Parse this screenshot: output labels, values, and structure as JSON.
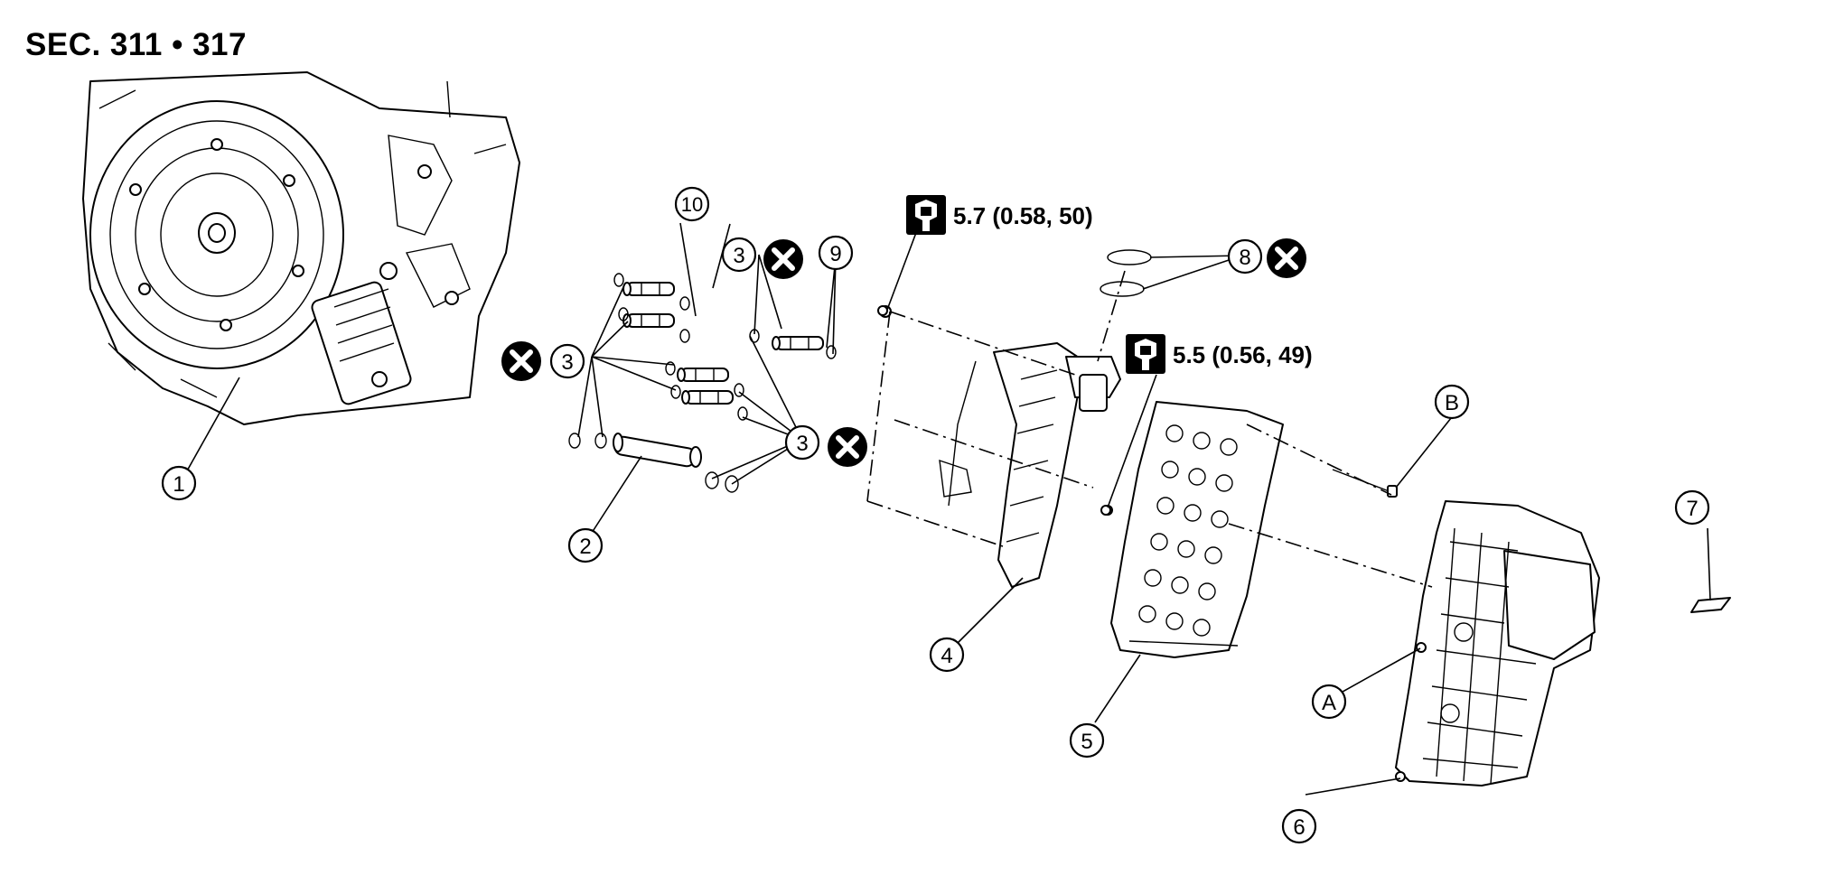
{
  "section_label": "SEC. 311 • 317",
  "callouts": {
    "c1": "1",
    "c2": "2",
    "c3": "3",
    "c4": "4",
    "c5": "5",
    "c6": "6",
    "c7": "7",
    "c8": "8",
    "c9": "9",
    "c10": "10",
    "cA": "A",
    "cB": "B"
  },
  "torque": {
    "upper": "5.7 (0.58, 50)",
    "lower": "5.5 (0.56, 49)"
  },
  "icons": [
    "do-not-reuse-icon",
    "torque-wrench-icon"
  ]
}
